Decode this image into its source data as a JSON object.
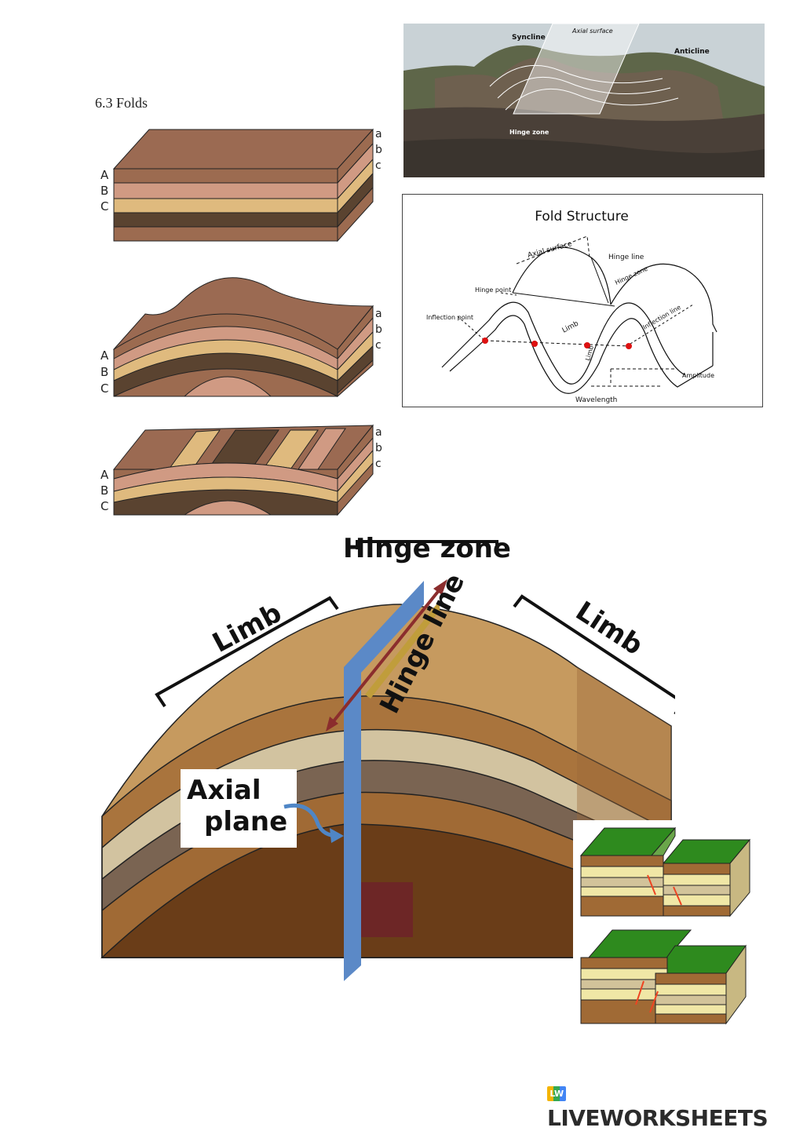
{
  "page": {
    "title": "6.3 Folds"
  },
  "blocks": {
    "left_labels": [
      "A",
      "B",
      "C"
    ],
    "right_labels": [
      "a",
      "b",
      "c"
    ]
  },
  "photo": {
    "syncline": "Syncline",
    "axial_surface": "Axial surface",
    "anticline": "Anticline",
    "hinge_zone": "Hinge zone"
  },
  "fold_structure": {
    "title": "Fold Structure",
    "axial_surface": "Axial surface",
    "hinge_line": "Hinge line",
    "hinge_zone": "Hinge zone",
    "hinge_point": "Hinge point",
    "inflection_point": "Inflection point",
    "inflection_line": "Inflection line",
    "limb": "Limb",
    "limb2": "Limb",
    "amplitude": "Amplitude",
    "wavelength": "Wavelength"
  },
  "anticline_diagram": {
    "hinge_zone": "Hinge zone",
    "hinge_line": "Hinge line",
    "limb_left": "Limb",
    "limb_right": "Limb",
    "axial_plane_1": "Axial",
    "axial_plane_2": "plane"
  },
  "brand": {
    "name": "LIVEWORKSHEETS",
    "mark": "LW"
  }
}
